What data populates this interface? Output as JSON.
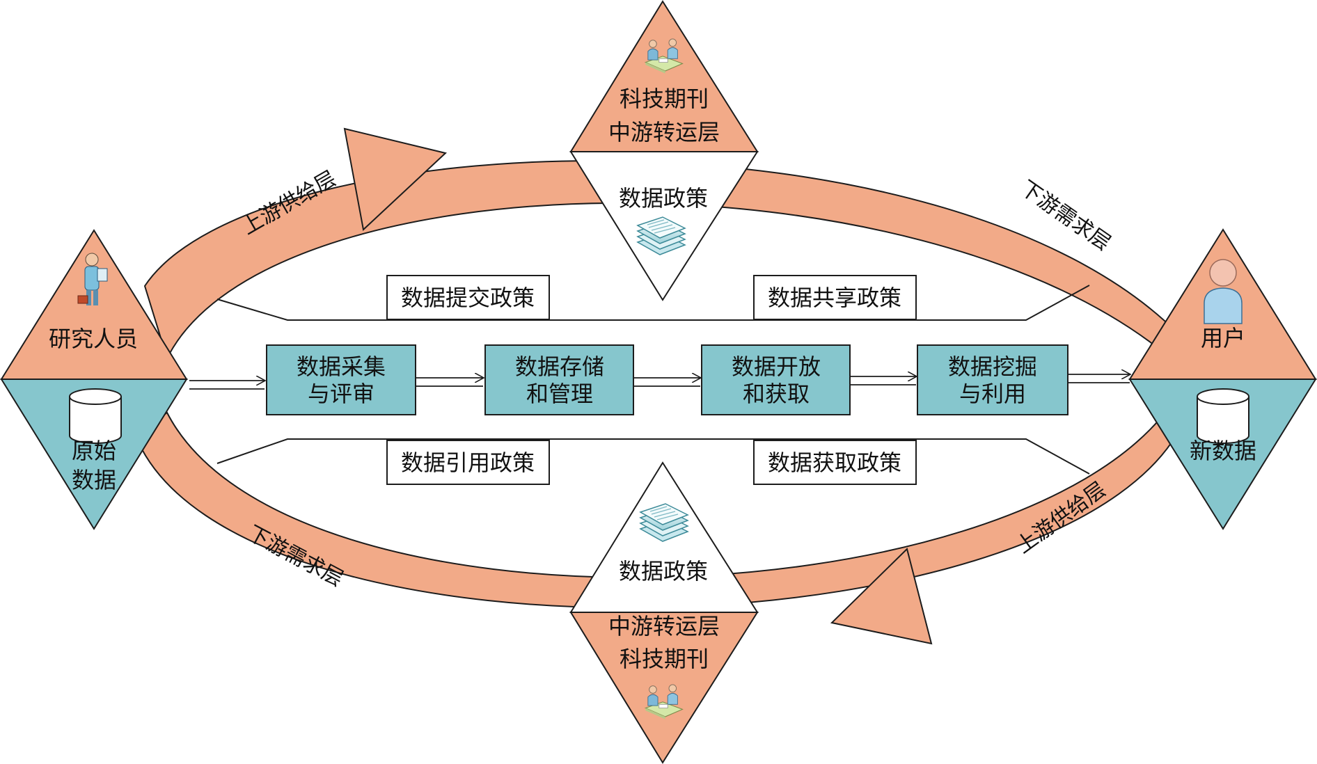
{
  "colors": {
    "ring": "#f2aa88",
    "stroke": "#1c1c1c",
    "teal": "#86c6cd",
    "white": "#ffffff"
  },
  "left_node": {
    "top_label": "研究人员",
    "bottom_label_line1": "原始",
    "bottom_label_line2": "数据",
    "top_icon": "researcher-icon",
    "bottom_icon": "database-icon"
  },
  "right_node": {
    "top_label": "用户",
    "bottom_label": "新数据",
    "top_icon": "user-icon",
    "bottom_icon": "database-icon"
  },
  "top_node": {
    "label_line1": "科技期刊",
    "label_line2": "中游转运层",
    "policy_label": "数据政策",
    "icon": "meeting-icon",
    "policy_icon": "documents-icon"
  },
  "bottom_node": {
    "label_line1": "中游转运层",
    "label_line2": "科技期刊",
    "policy_label": "数据政策",
    "icon": "meeting-icon",
    "policy_icon": "documents-icon"
  },
  "arc_labels": {
    "top_left": "上游供给层",
    "top_right": "下游需求层",
    "bottom_left": "下游需求层",
    "bottom_right": "上游供给层"
  },
  "policies": {
    "submit": "数据提交政策",
    "share": "数据共享政策",
    "cite": "数据引用政策",
    "obtain": "数据获取政策"
  },
  "process_steps": [
    {
      "line1": "数据采集",
      "line2": "与评审"
    },
    {
      "line1": "数据存储",
      "line2": "和管理"
    },
    {
      "line1": "数据开放",
      "line2": "和获取"
    },
    {
      "line1": "数据挖掘",
      "line2": "与利用"
    }
  ]
}
